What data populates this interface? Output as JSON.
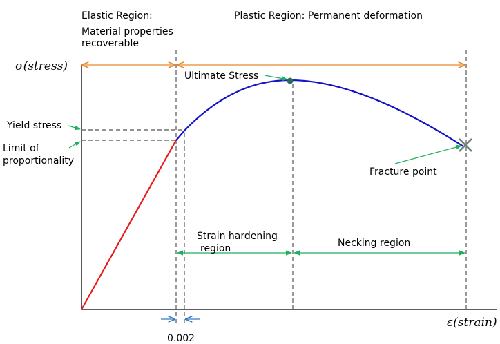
{
  "labels": {
    "elastic_region_title": "Elastic Region:",
    "elastic_region_line1": "Material properties",
    "elastic_region_line2": "recoverable",
    "plastic_region": "Plastic Region: Permanent deformation",
    "y_axis": "σ(stress)",
    "x_axis": "ε(strain)",
    "ultimate_stress": "Ultimate Stress",
    "yield_stress": "Yield stress",
    "limit_line1": "Limit of",
    "limit_line2": "proportionality",
    "fracture_point": "Fracture point",
    "strain_hardening_line1": "Strain hardening",
    "strain_hardening_line2": "region",
    "necking_region": "Necking region",
    "offset_strain": "0.002"
  },
  "colors": {
    "elastic_line": "#e8191b",
    "plastic_curve": "#1313c8",
    "annotation_arrow": "#1fb05a",
    "region_arrow": "#e8892b",
    "offset_arrow": "#3b78c4",
    "guide_dash": "#6e6e6e",
    "fracture_marker": "#6f7f7a",
    "ultimate_point": "#2d6a5c"
  }
}
